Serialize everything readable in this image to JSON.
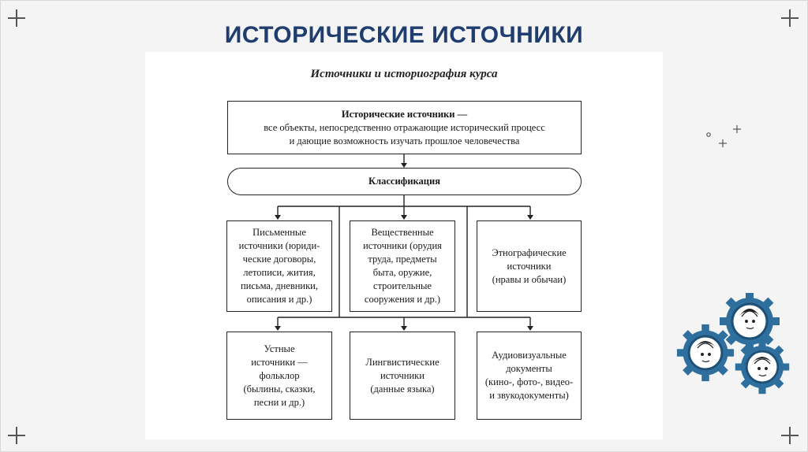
{
  "slide": {
    "title": "ИСТОРИЧЕСКИЕ ИСТОЧНИКИ"
  },
  "diagram": {
    "caption": "Источники и историография курса",
    "root": {
      "heading": "Исторические источники —",
      "lines": [
        "все объекты, непосредственно отражающие исторический процесс",
        "и дающие возможность изучать прошлое человечества"
      ]
    },
    "classification": "Классификация",
    "row1": [
      {
        "lines": [
          "Письменные",
          "источники (юриди-",
          "ческие договоры,",
          "летописи, жития,",
          "письма, дневники,",
          "описания и др.)"
        ]
      },
      {
        "lines": [
          "Вещественные",
          "источники (орудия",
          "труда, предметы",
          "быта, оружие,",
          "строительные",
          "сооружения и др.)"
        ]
      },
      {
        "lines": [
          "Этнографические",
          "источники",
          "(нравы и обычаи)"
        ]
      }
    ],
    "row2": [
      {
        "lines": [
          "Устные",
          "источники —",
          "фольклор",
          "(былины, сказки,",
          "песни и др.)"
        ]
      },
      {
        "lines": [
          "Лингвистические",
          "источники",
          "(данные языка)"
        ]
      },
      {
        "lines": [
          "Аудиовизуальные",
          "документы",
          "(кино-, фото-, видео-",
          "и звукодокументы)"
        ]
      }
    ]
  },
  "colors": {
    "title": "#1f3d6e",
    "gear": "#2e6f9e",
    "gear_inner": "#1d4f77"
  },
  "icons": [
    "corner-plus-icon",
    "sparkle-icon",
    "gears-people-icon"
  ]
}
